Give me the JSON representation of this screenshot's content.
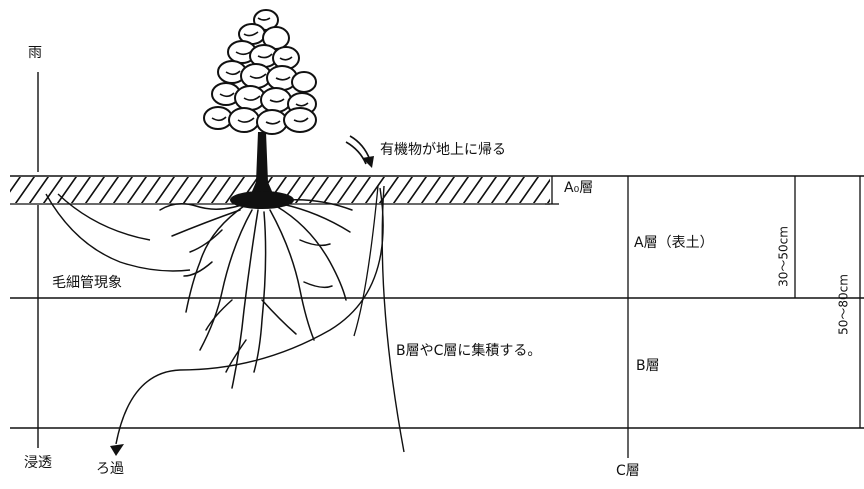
{
  "labels": {
    "rain": "雨",
    "organic_return": "有機物が地上に帰る",
    "a0_layer": "A₀層",
    "a_layer": "A層（表土）",
    "capillary": "毛細管現象",
    "accumulate": "B層やC層に集積する。",
    "b_layer": "B層",
    "infiltration": "浸透",
    "filtration": "ろ過",
    "c_layer": "C層",
    "depth_a": "30～50cm",
    "depth_ab": "50～80cm"
  },
  "colors": {
    "ink": "#111111",
    "background": "#ffffff"
  }
}
